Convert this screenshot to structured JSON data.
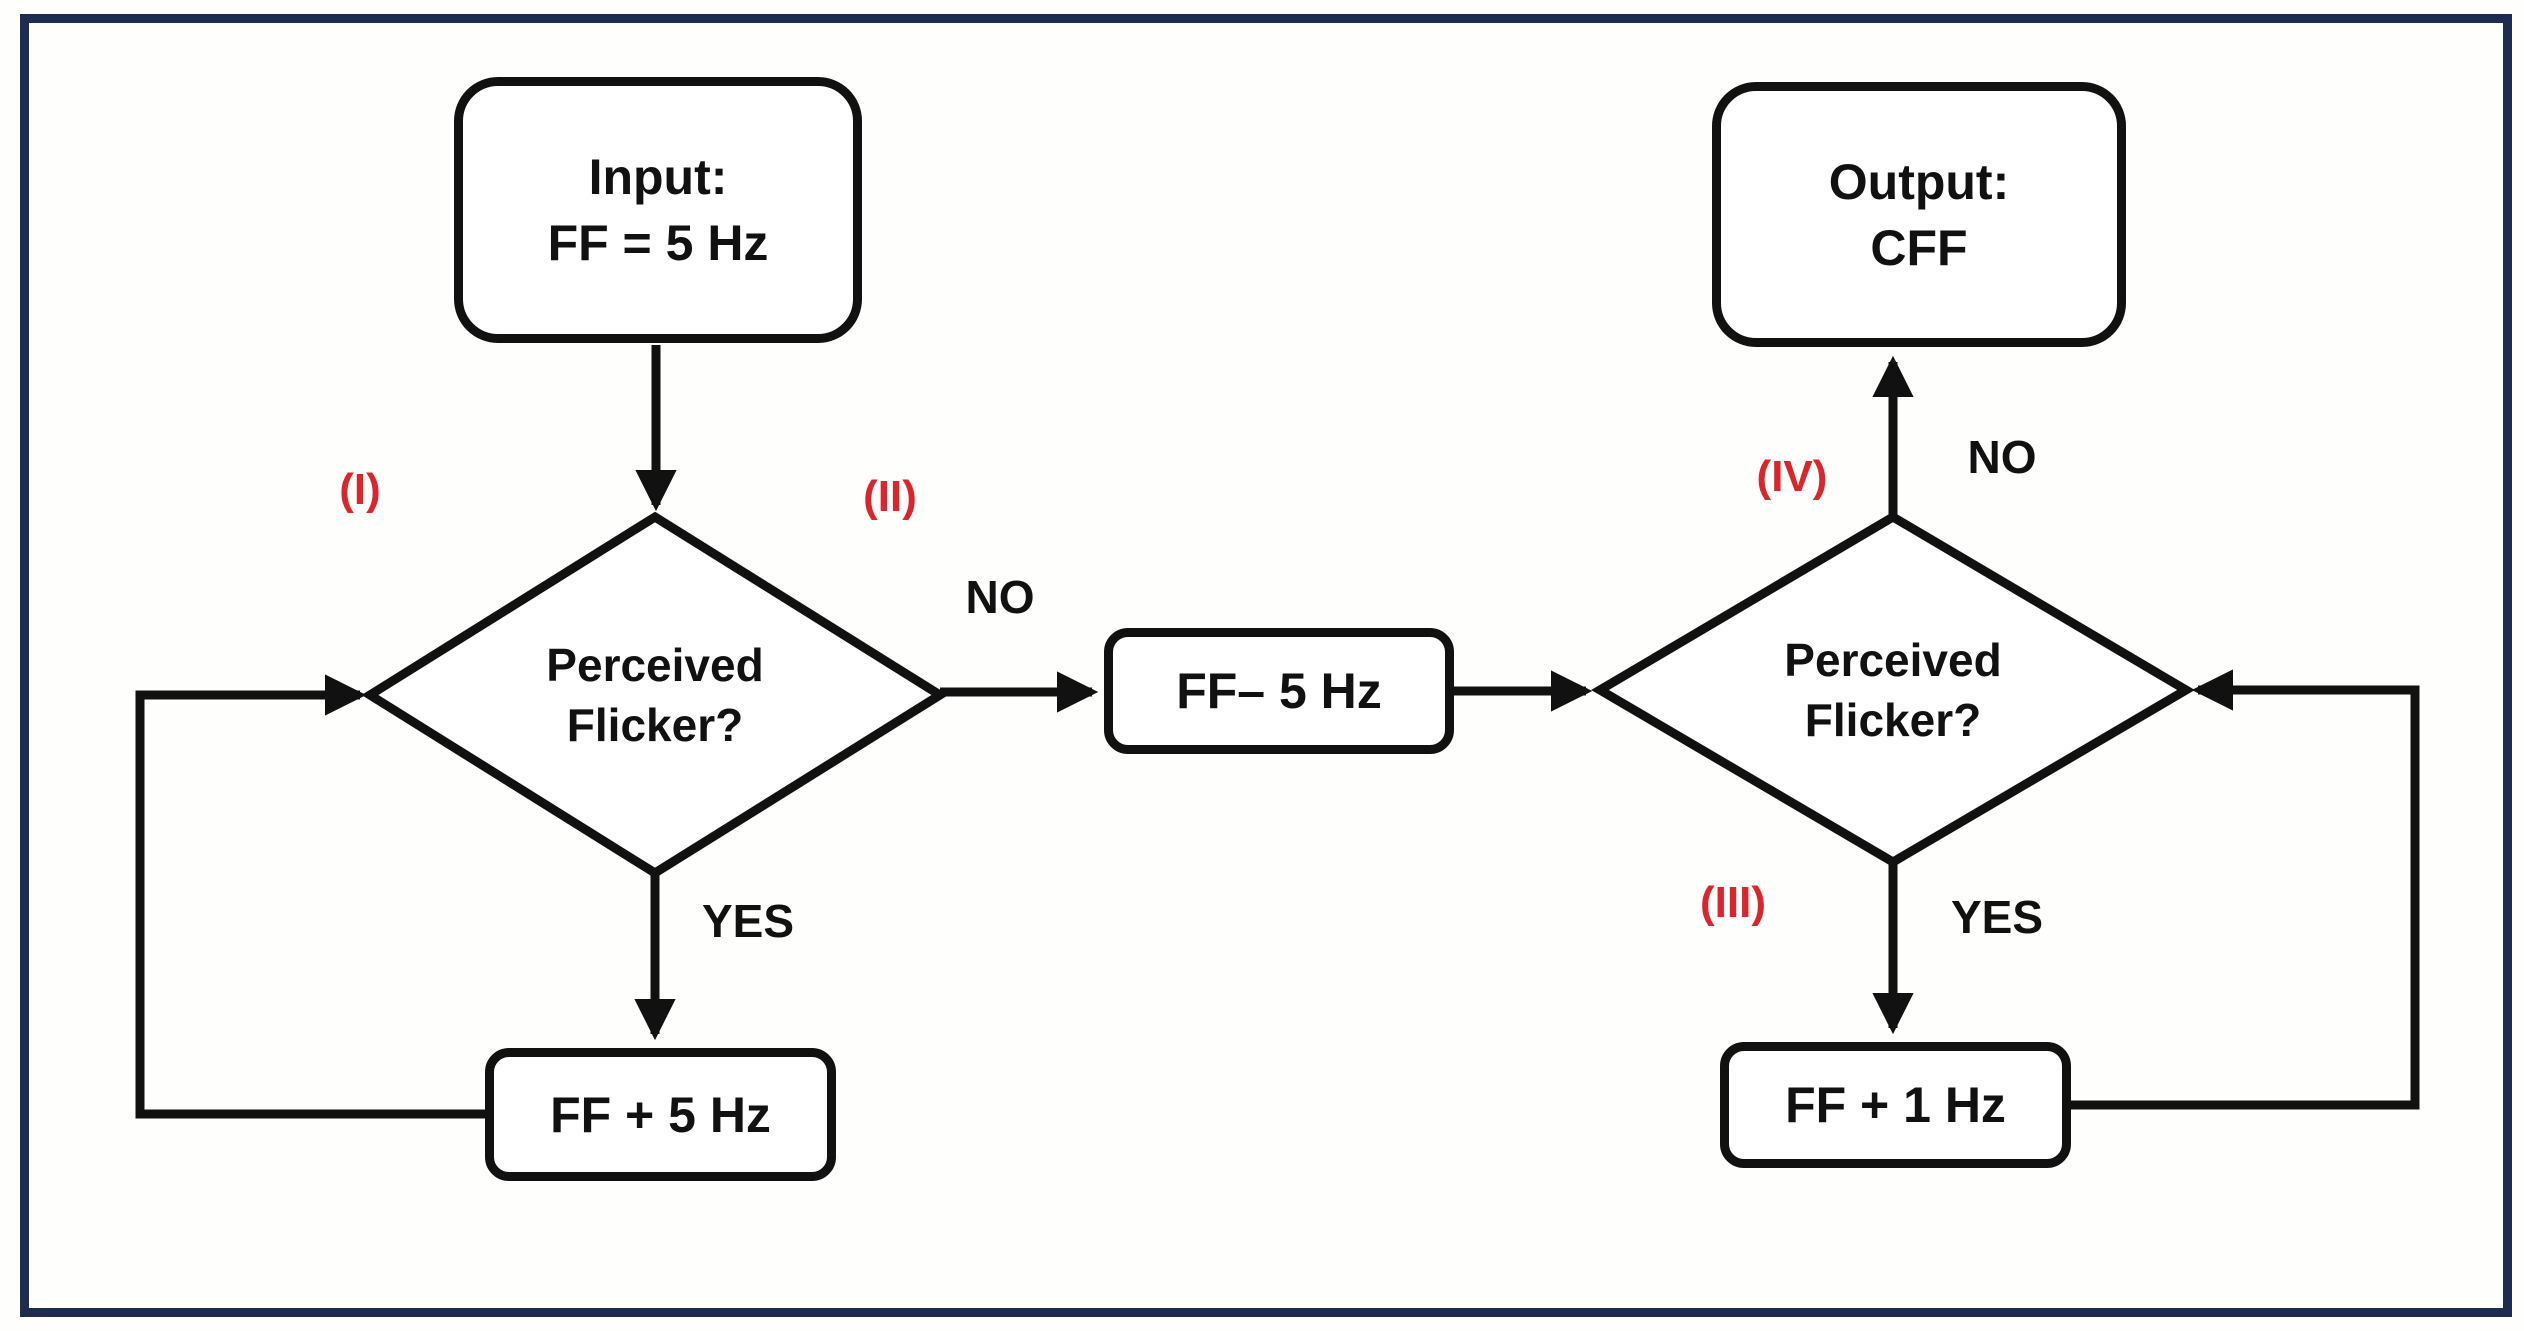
{
  "colors": {
    "line_black": "#111111",
    "frame_navy": "#1f2c51",
    "label_red": "#d9252b",
    "node_fill": "#ffffff"
  },
  "flowchart": {
    "input_node": {
      "line1": "Input:",
      "line2": "FF = 5 Hz"
    },
    "output_node": {
      "line1": "Output:",
      "line2": "CFF"
    },
    "decision_left": {
      "line1": "Perceived",
      "line2": "Flicker?"
    },
    "decision_right": {
      "line1": "Perceived",
      "line2": "Flicker?"
    },
    "process_mid": {
      "label": "FF– 5 Hz"
    },
    "process_left": {
      "label": "FF + 5 Hz"
    },
    "process_right": {
      "label": "FF + 1 Hz"
    },
    "edge_labels": {
      "no_left": "NO",
      "yes_left": "YES",
      "no_right": "NO",
      "yes_right": "YES"
    },
    "step_labels": {
      "i": "(I)",
      "ii": "(II)",
      "iii": "(III)",
      "iv": "(IV)"
    }
  }
}
